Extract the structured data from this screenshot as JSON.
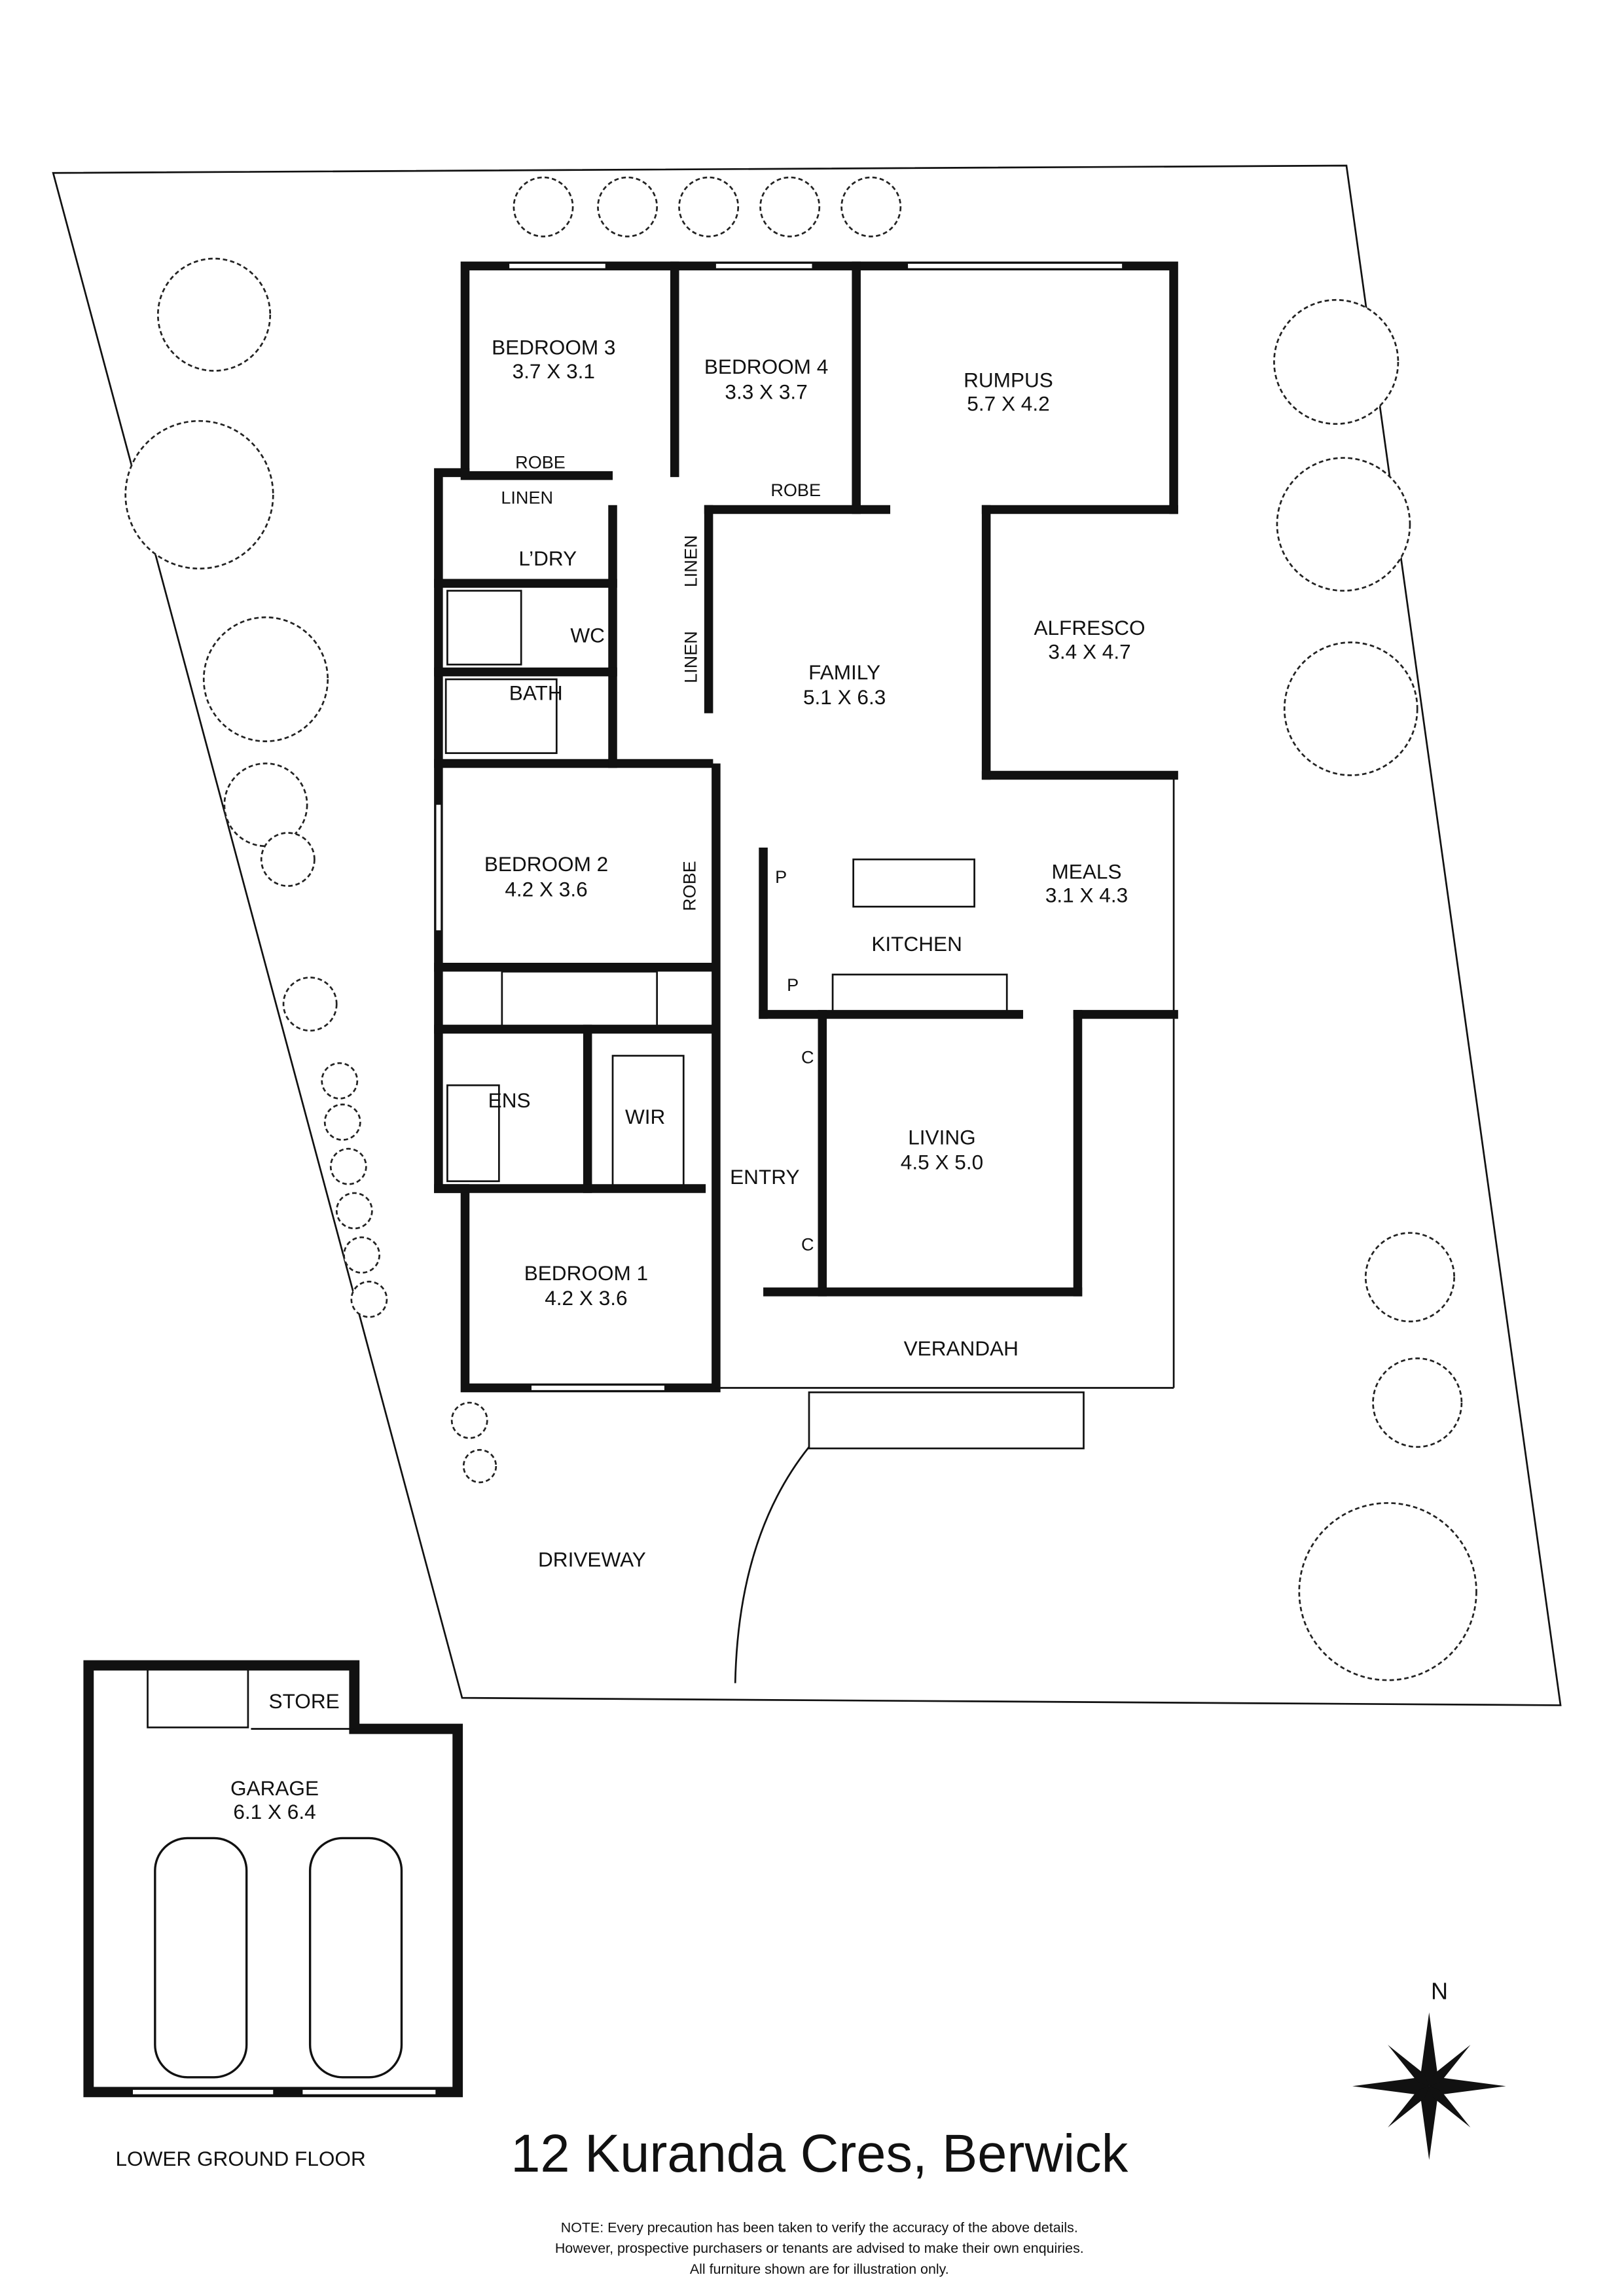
{
  "address": "12 Kuranda Cres, Berwick",
  "level_label": "LOWER GROUND FLOOR",
  "compass": "N",
  "note": [
    "NOTE: Every precaution has been taken to verify the accuracy of the above details.",
    "However, prospective purchasers or tenants are advised to make their own enquiries.",
    "All furniture shown are for illustration only."
  ],
  "rooms": {
    "bedroom3": {
      "name": "BEDROOM 3",
      "dims": "3.7 X 3.1"
    },
    "bedroom4": {
      "name": "BEDROOM 4",
      "dims": "3.3 X 3.7"
    },
    "rumpus": {
      "name": "RUMPUS",
      "dims": "5.7 X 4.2"
    },
    "family": {
      "name": "FAMILY",
      "dims": "5.1 X 6.3"
    },
    "alfresco": {
      "name": "ALFRESCO",
      "dims": "3.4 X 4.7"
    },
    "bedroom2": {
      "name": "BEDROOM 2",
      "dims": "4.2 X 3.6"
    },
    "meals": {
      "name": "MEALS",
      "dims": "3.1 X 4.3"
    },
    "living": {
      "name": "LIVING",
      "dims": "4.5 X 5.0"
    },
    "bedroom1": {
      "name": "BEDROOM 1",
      "dims": "4.2 X 3.6"
    },
    "garage": {
      "name": "GARAGE",
      "dims": "6.1 X 6.4"
    }
  },
  "labels": {
    "robe": "ROBE",
    "linen": "LINEN",
    "laundry": "L’DRY",
    "wc": "WC",
    "bath": "BATH",
    "pantry": "P",
    "kitchen": "KITCHEN",
    "cupboard": "C",
    "ensuite": "ENS",
    "wir": "WIR",
    "entry": "ENTRY",
    "verandah": "VERANDAH",
    "driveway": "DRIVEWAY",
    "store": "STORE"
  }
}
